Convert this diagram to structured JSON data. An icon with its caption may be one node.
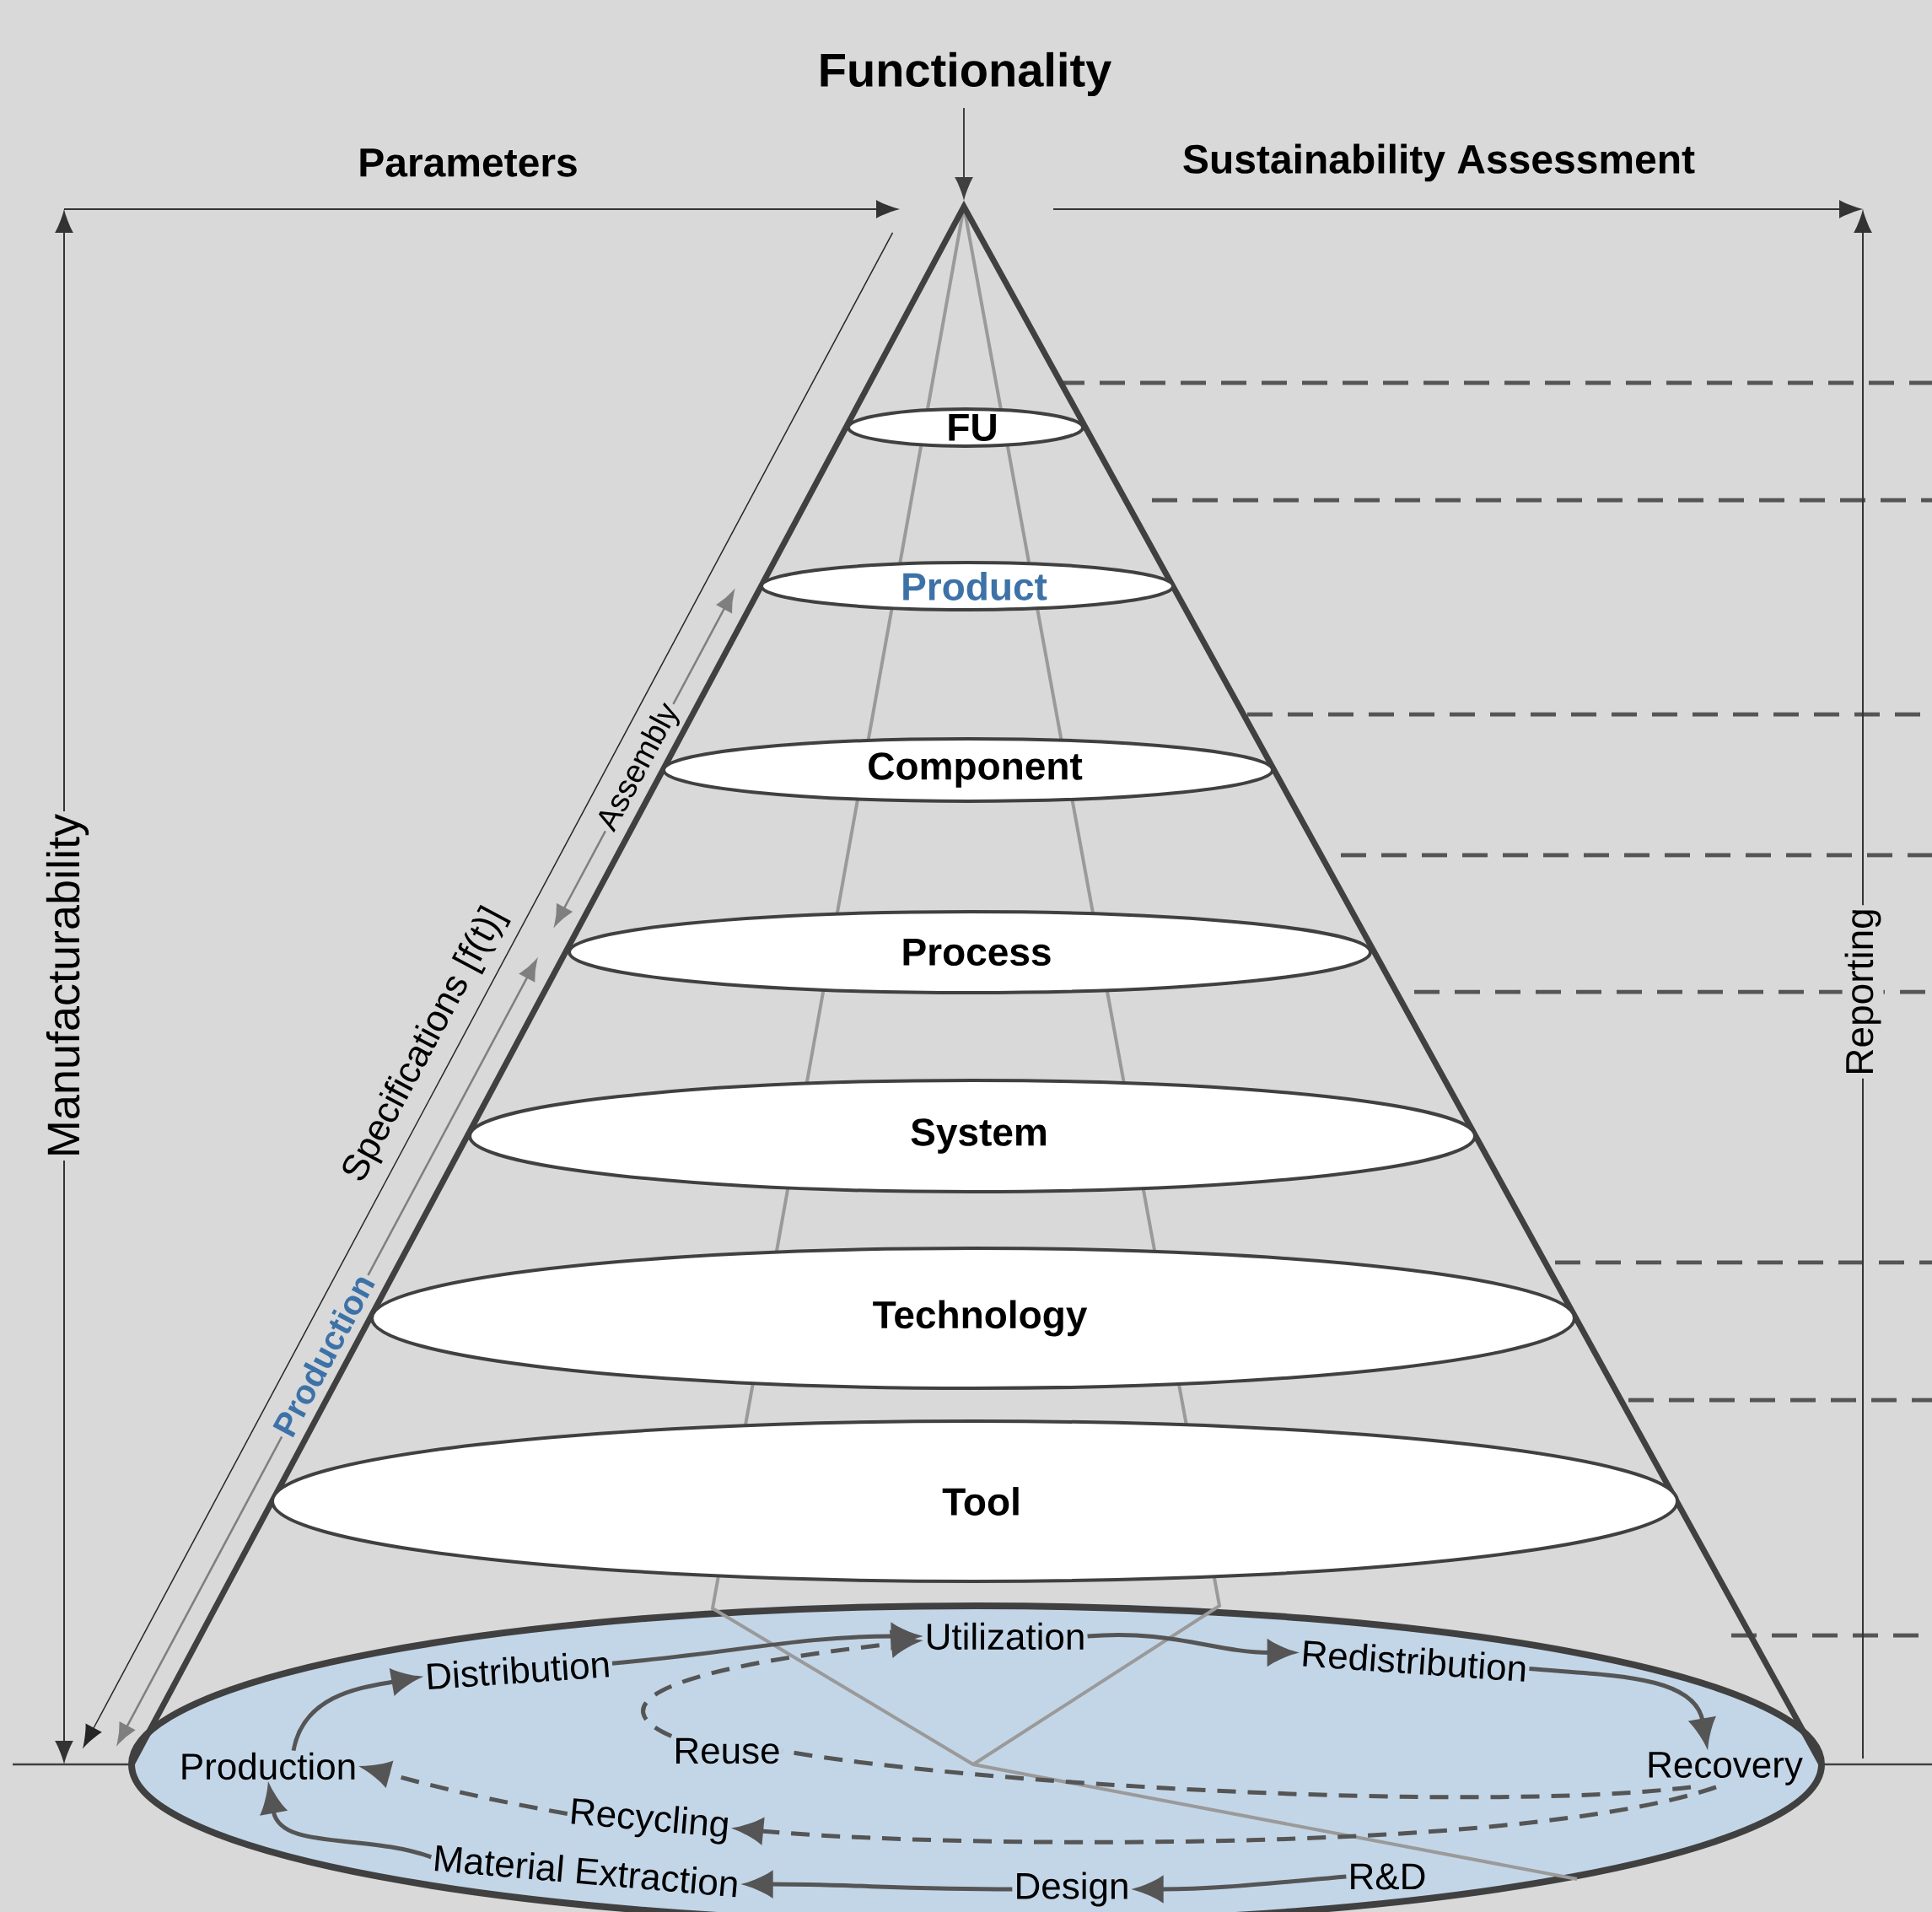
{
  "diagram": {
    "nodes": [
      {
        "text": [
          "FU"
        ]
      },
      {
        "text": [
          "Product"
        ]
      },
      {
        "text": [
          "Component"
        ]
      },
      {
        "text": [
          "Process"
        ]
      },
      {
        "text": [
          "System"
        ]
      },
      {
        "text": [
          "Technology"
        ]
      },
      {
        "text": [
          "Tool"
        ]
      },
      {
        "text": [],
        "shape": "ellipse"
      },
      {
        "text": [
          "Production"
        ],
        "in": 7
      },
      {
        "text": [
          "Distribution"
        ],
        "in": 7
      },
      {
        "text": [
          "Utilization"
        ],
        "in": 7
      },
      {
        "text": [
          "Redistribution"
        ],
        "in": 7
      },
      {
        "text": [
          "Recovery"
        ],
        "in": 7
      },
      {
        "text": [
          "Reuse"
        ],
        "in": 7
      },
      {
        "text": [
          "Recycling"
        ],
        "in": 7
      },
      {
        "text": [
          "Material Extraction"
        ],
        "in": 7
      },
      {
        "text": [
          "Design"
        ],
        "in": 7
      },
      {
        "text": [
          "R&D"
        ],
        "in": 7
      }
    ],
    "edges": [
      {
        "from": 8,
        "to": 9,
        "arrow": "to"
      },
      {
        "from": 9,
        "to": 10,
        "arrow": "to"
      },
      {
        "from": 10,
        "to": 11,
        "arrow": "to"
      },
      {
        "from": 11,
        "to": 12,
        "arrow": "to"
      },
      {
        "from": 12,
        "to": 13,
        "arrow": "none",
        "style": "dashed"
      },
      {
        "from": 13,
        "to": 10,
        "arrow": "to",
        "style": "dashed"
      },
      {
        "from": 12,
        "to": 14,
        "arrow": "to",
        "style": "dashed"
      },
      {
        "from": 14,
        "to": 8,
        "arrow": "to",
        "style": "dashed"
      },
      {
        "from": 17,
        "to": 16,
        "arrow": "to"
      },
      {
        "from": 16,
        "to": 15,
        "arrow": "to"
      },
      {
        "from": 15,
        "to": 8,
        "arrow": "to"
      }
    ],
    "labels": [
      "Functionality",
      "Parameters",
      "Sustainability Assessment",
      "Assembly",
      "Manufacturability",
      "Specifications [f(t)]",
      "Reporting",
      "Production"
    ]
  }
}
